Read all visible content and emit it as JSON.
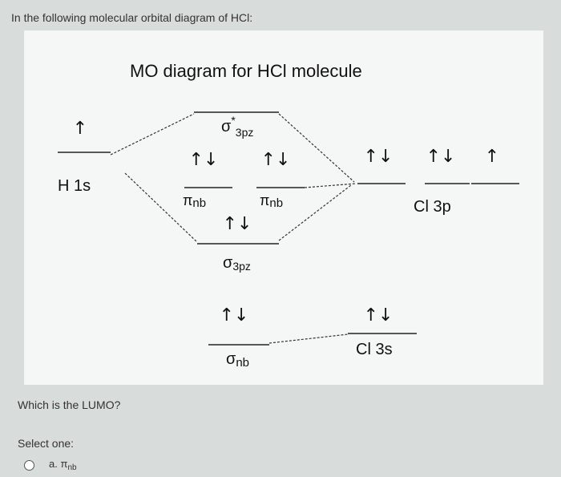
{
  "question": {
    "text": "In the following molecular orbital diagram of HCl:"
  },
  "diagram": {
    "title": "MO diagram for HCl molecule",
    "labels": {
      "h1s": "H 1s",
      "sigma_star_main": "σ",
      "sigma_star_sup": "*",
      "sigma_star_sub": "3pz",
      "pi_nb_1_main": "π",
      "pi_nb_1_sub": "nb",
      "pi_nb_2_main": "π",
      "pi_nb_2_sub": "nb",
      "sigma_3pz_main": "σ",
      "sigma_3pz_sub": "3pz",
      "cl3p": "Cl 3p",
      "sigma_nb_main": "σ",
      "sigma_nb_sub": "nb",
      "cl3s": "Cl 3s"
    },
    "electrons": {
      "h1s": "↑",
      "pi_nb_1": "↑↓",
      "pi_nb_2": "↑↓",
      "sigma_3pz": "↑↓",
      "cl3p_1": "↑↓",
      "cl3p_2": "↑↓",
      "cl3p_3": "↑",
      "sigma_nb": "↑↓",
      "cl3s": "↑↓"
    }
  },
  "prompt": {
    "which": "Which is the LUMO?",
    "select": "Select one:"
  },
  "options": [
    {
      "letter": "a.",
      "main": "π",
      "sub": "nb"
    }
  ]
}
